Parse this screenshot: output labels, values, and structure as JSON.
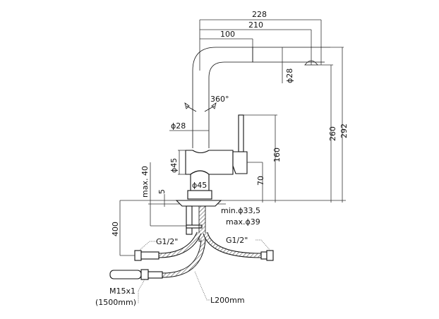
{
  "drawing": {
    "title": "Pull-out kitchen mixer technical drawing",
    "dimensions": {
      "spout_reach_total": "228",
      "spout_reach_to_outlet": "210",
      "spout_straight_section": "100",
      "spout_diameter": "ϕ28",
      "rotation": "360°",
      "column_diameter": "ϕ28",
      "body_diameter": "ϕ45",
      "base_diameter": "ϕ45",
      "max_thickness": "max. 40",
      "flange_thickness": "5",
      "handle_height": "160",
      "body_height": "70",
      "outlet_height": "260",
      "total_height": "292",
      "hole_min": "min.ϕ33,5",
      "hole_max": "max.ϕ39",
      "hose_length": "400",
      "inlet_left": "G1/2\"",
      "inlet_right": "G1/2\"",
      "pullout_thread": "M15x1",
      "pullout_length": "(1500mm)",
      "hose_l": "L200mm"
    }
  }
}
